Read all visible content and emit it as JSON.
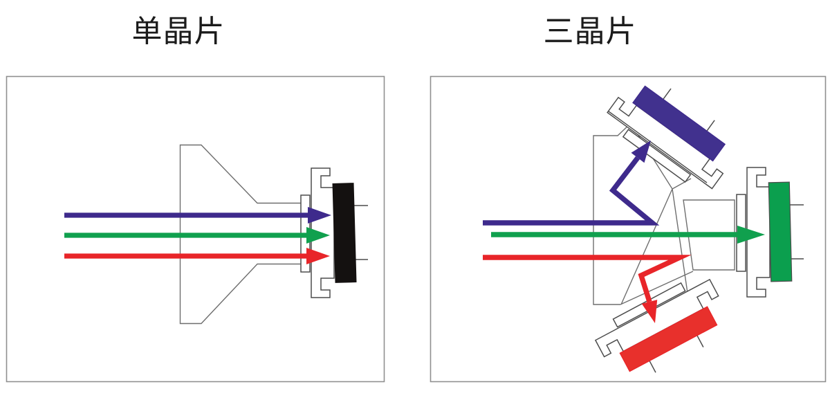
{
  "panels": {
    "left": {
      "title": "单晶片",
      "sensor": "single-chip-sensor"
    },
    "right": {
      "title": "三晶片",
      "sensors": [
        "blue-chip",
        "green-chip",
        "red-chip"
      ]
    }
  },
  "colors": {
    "beam_blue": "#3e2a8c",
    "beam_green": "#10a04e",
    "beam_red": "#e82529",
    "sensor_black": "#141110",
    "sensor_blue": "#41318e",
    "sensor_green": "#0b9f4e",
    "sensor_red": "#e8302c",
    "outline": "#6e6e6e",
    "outline_dark": "#4c4c4c",
    "box_border": "#8f8f8f",
    "white": "#ffffff",
    "title_text": "#1b1b1b"
  }
}
